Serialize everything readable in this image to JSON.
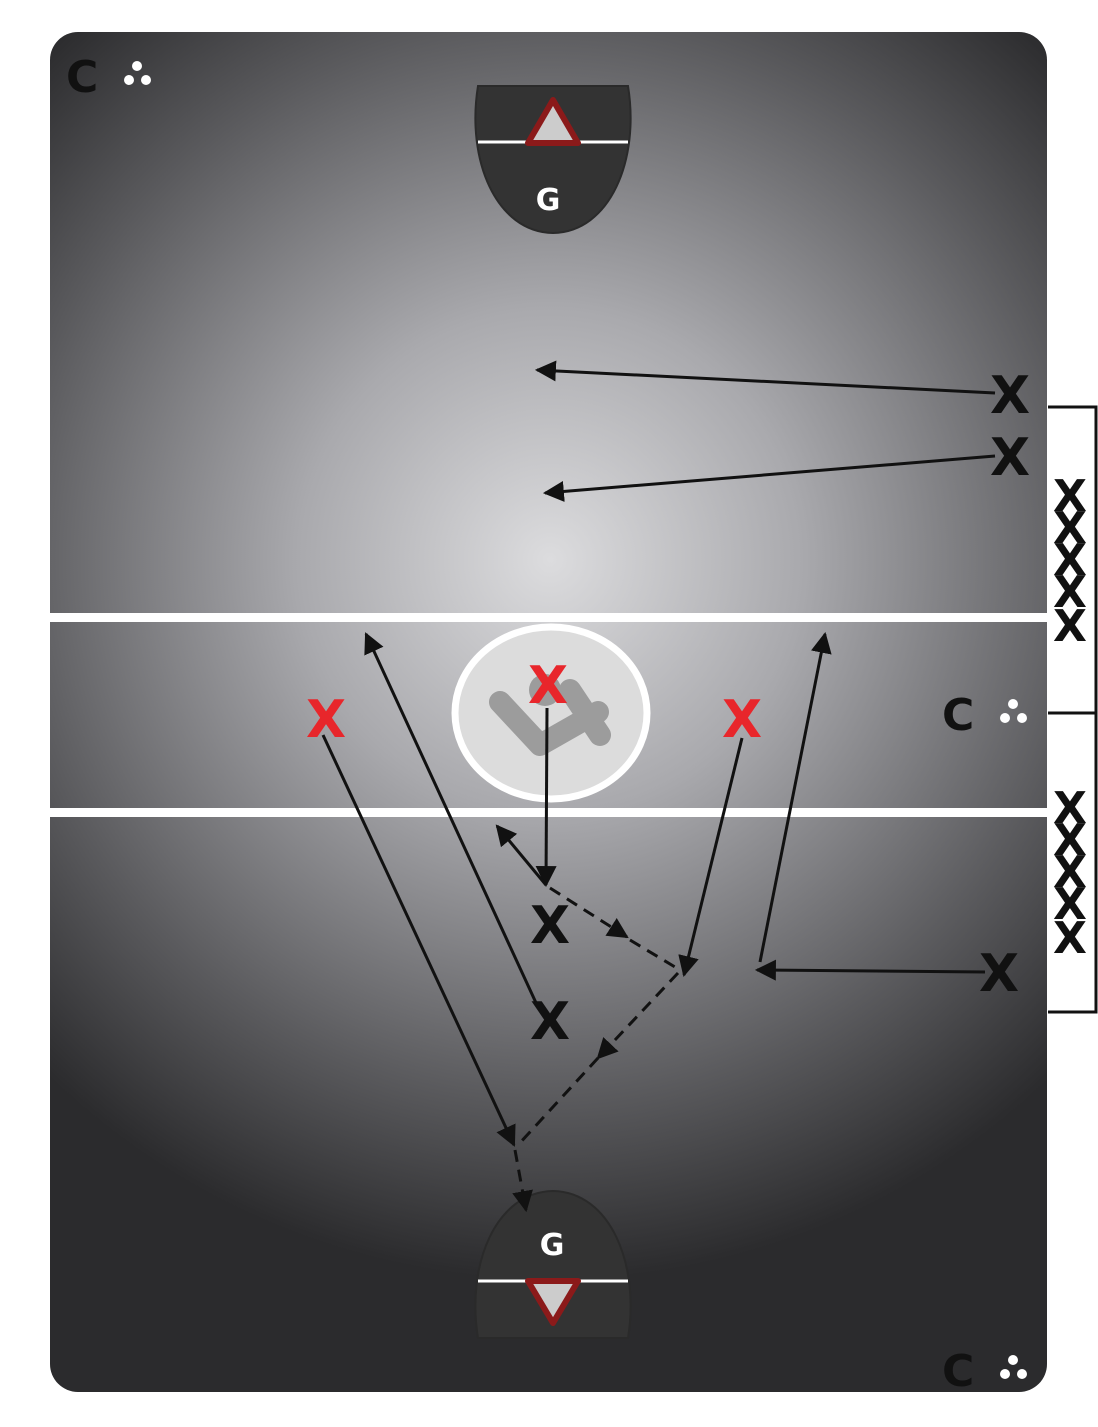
{
  "diagram": {
    "title": "Lacrosse drill diagram",
    "goals": [
      {
        "label": "G"
      },
      {
        "label": "G"
      }
    ],
    "coach_labels": [
      {
        "label": "C"
      },
      {
        "label": "C"
      },
      {
        "label": "C"
      }
    ],
    "player_marker": "X",
    "colors": {
      "field_light": "#dcdcde",
      "field_dark": "#2b2b2d",
      "crease": "#333333",
      "goal_red": "#8b1a1a",
      "offense_red": "#e8262b",
      "player_black": "#111111",
      "line_white": "#ffffff"
    }
  }
}
